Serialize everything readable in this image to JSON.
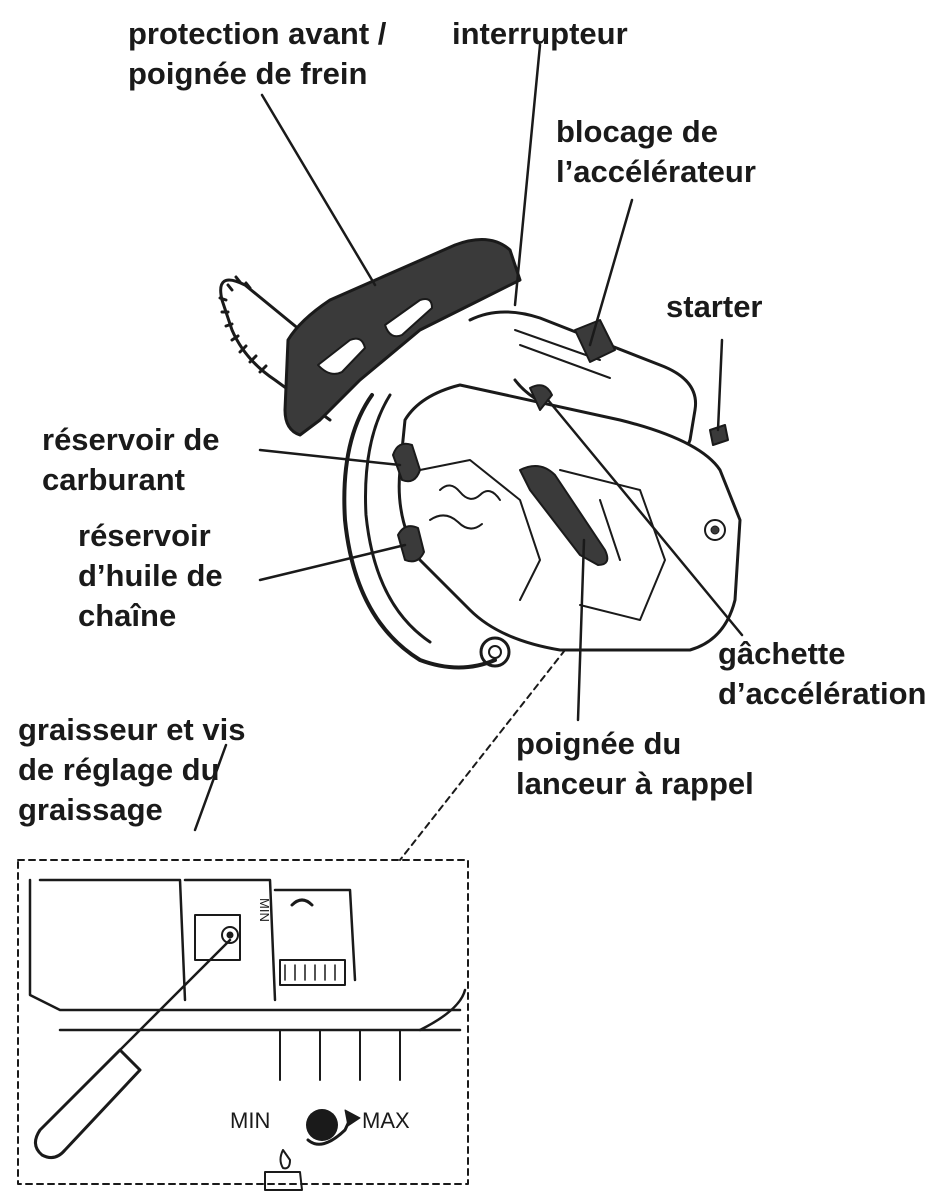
{
  "labels": {
    "front_guard": {
      "line1": "protection avant /",
      "line2": "poignée de frein"
    },
    "switch": {
      "line1": "interrupteur"
    },
    "throttle_lock": {
      "line1": "blocage de",
      "line2": "l’accélérateur"
    },
    "choke": {
      "line1": "starter"
    },
    "fuel_tank": {
      "line1": "réservoir de",
      "line2": "carburant"
    },
    "oil_tank": {
      "line1": "réservoir",
      "line2": "d’huile de",
      "line3": "chaîne"
    },
    "throttle_trigger": {
      "line1": "gâchette",
      "line2": "d’accélération"
    },
    "starter_handle": {
      "line1": "poignée du",
      "line2": "lanceur à rappel"
    },
    "oiler": {
      "line1": "graisseur et vis",
      "line2": "de réglage du",
      "line3": "graissage"
    }
  },
  "inset": {
    "min_label": "MIN",
    "max_label": "MAX",
    "engraved_text": "MIN"
  },
  "colors": {
    "ink": "#1a1a1a",
    "guard": "#3a3a3a",
    "body": "#ffffff"
  }
}
